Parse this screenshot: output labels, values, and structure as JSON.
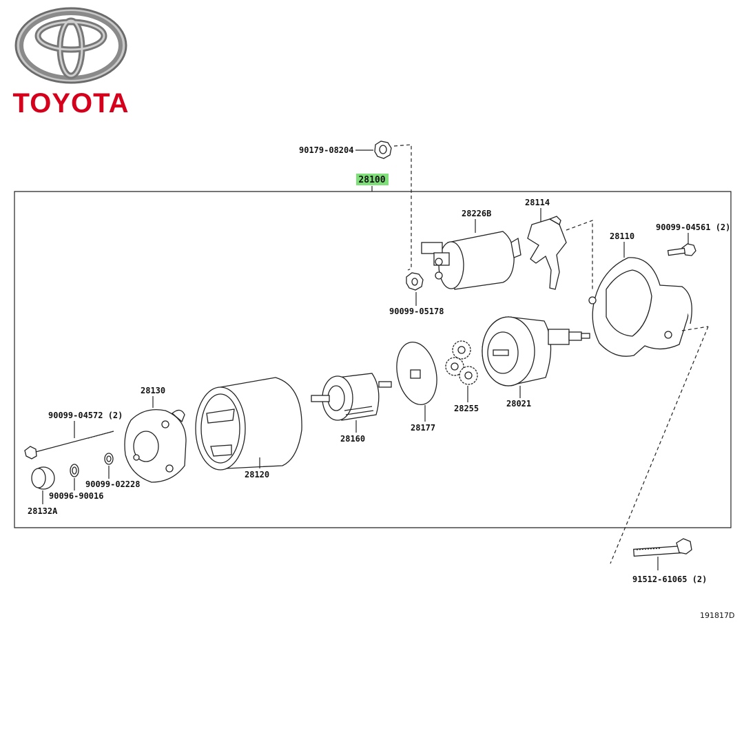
{
  "brand": {
    "wordmark": "TOYOTA",
    "color": "#d5001c",
    "logo": "toyota-emblem"
  },
  "highlight_color": "#7fe07a",
  "assembly": {
    "part_no": "28100"
  },
  "figure_code": "191817D",
  "callouts": {
    "nut_top": "90179-08204",
    "solenoid": "28226B",
    "lever": "28114",
    "housing": "28110",
    "housing_bolt": "90099-04561 (2)",
    "solenoid_nut": "90099-05178",
    "clutch": "28021",
    "gears": "28255",
    "plate": "28177",
    "armature": "28160",
    "yoke": "28120",
    "end_frame": "28130",
    "through_bolt": "90099-04572 (2)",
    "washer_b": "90099-02228",
    "washer_a": "90096-90016",
    "cap": "28132A",
    "mount_bolt": "91512-61065 (2)"
  }
}
